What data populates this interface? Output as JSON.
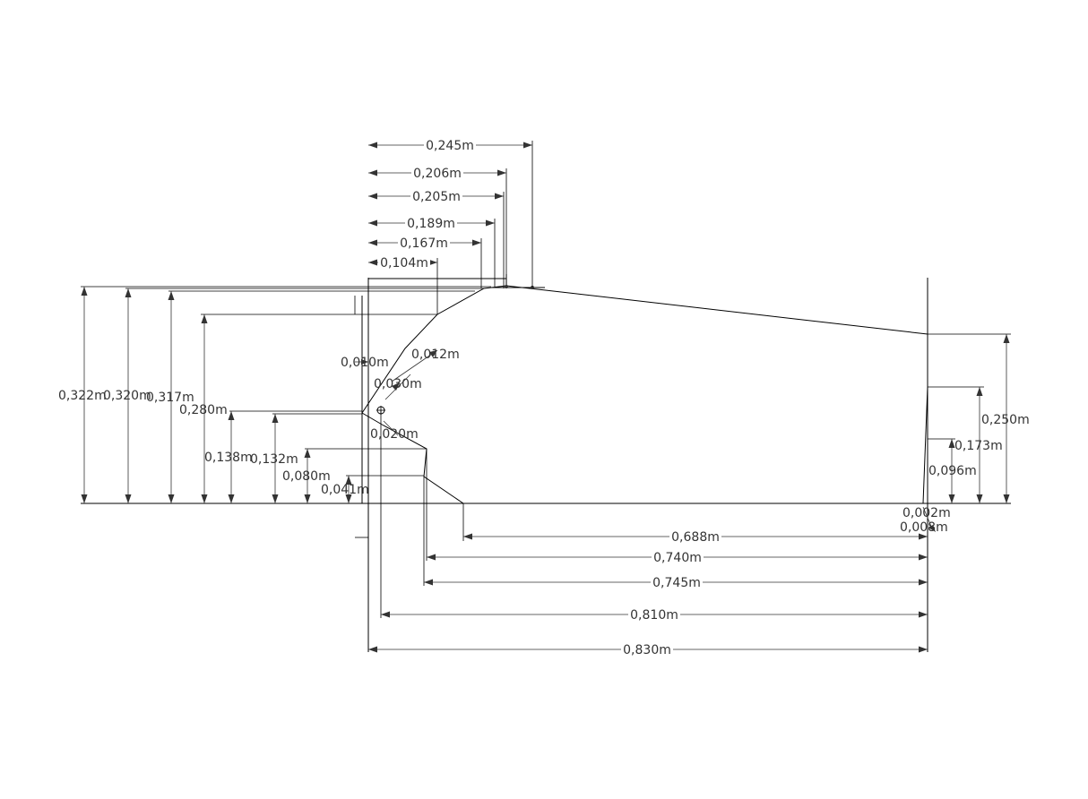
{
  "drawing": {
    "top_widths": [
      "0,245m",
      "0,206m",
      "0,205m",
      "0,189m",
      "0,167m",
      "0,104m"
    ],
    "left_heights": [
      "0,322m",
      "0,320m",
      "0,317m",
      "0,280m",
      "0,138m",
      "0,132m",
      "0,080m",
      "0,041m"
    ],
    "inner_labels": [
      "0,010m",
      "0,012m",
      "0,030m",
      "0,020m"
    ],
    "right_heights": [
      "0,250m",
      "0,173m",
      "0,096m"
    ],
    "right_small": [
      "0,002m",
      "0,008m"
    ],
    "bottom_lengths": [
      "0,688m",
      "0,740m",
      "0,745m",
      "0,810m",
      "0,830m"
    ]
  }
}
